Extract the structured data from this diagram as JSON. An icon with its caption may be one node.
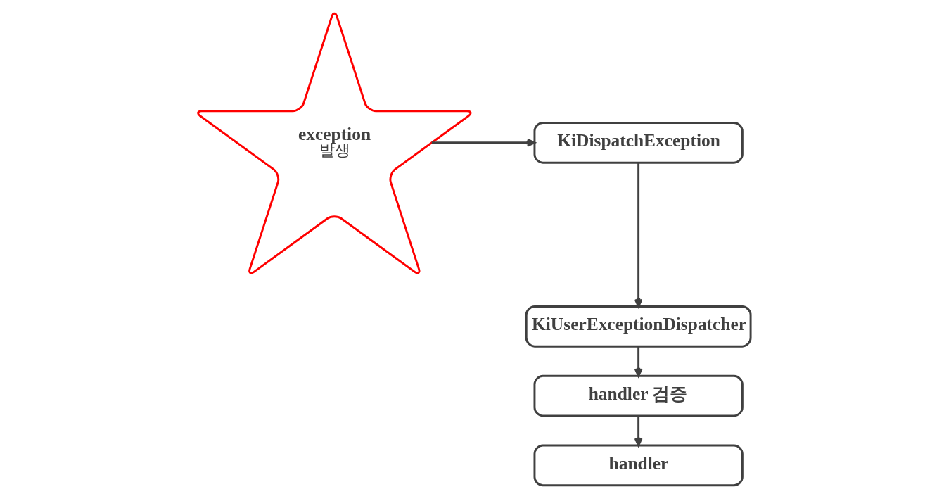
{
  "diagram": {
    "nodes": [
      {
        "text": [
          "exception",
          "발생"
        ]
      },
      {
        "text": [
          "KiDispatchException"
        ]
      },
      {
        "text": [
          "KiUserExceptionDispatcher"
        ]
      },
      {
        "text": [
          "handler 검증"
        ]
      },
      {
        "text": [
          "handler"
        ]
      }
    ],
    "edges": [
      {
        "from": 0,
        "to": 1,
        "arrow": "to"
      },
      {
        "from": 1,
        "to": 2,
        "arrow": "to"
      },
      {
        "from": 2,
        "to": 3,
        "arrow": "to"
      },
      {
        "from": 3,
        "to": 4,
        "arrow": "to"
      }
    ]
  }
}
